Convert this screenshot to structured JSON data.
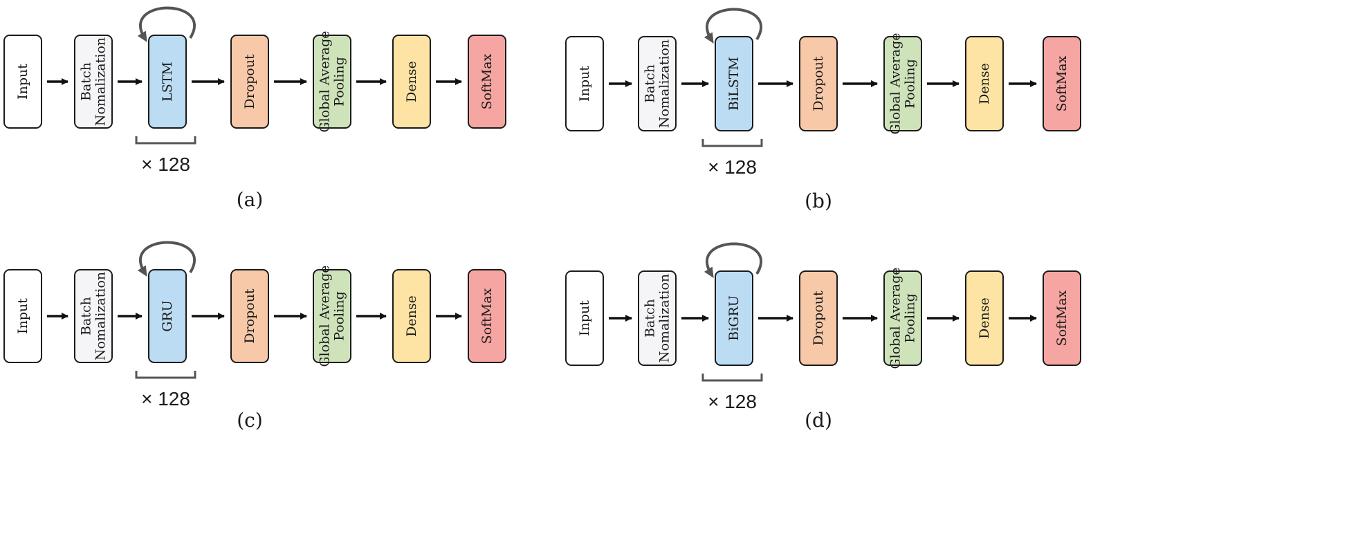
{
  "colors": {
    "input": "#ffffff",
    "batch_norm": "#f5f5f7",
    "recurrent": "#bcdcf4",
    "dropout": "#f8c9a8",
    "pooling": "#cfe3bb",
    "dense": "#fde4a4",
    "softmax": "#f6a6a2",
    "border": "#1a1a1a",
    "arrow": "#111111",
    "loop": "#555555",
    "bracket": "#555555"
  },
  "icons": [
    "arrow-right",
    "recurrent-loop-arrow",
    "repeat-bracket"
  ],
  "panels": [
    {
      "label": "(a)",
      "repeat": "× 128",
      "blocks": [
        {
          "lines": [
            "Input"
          ],
          "kind": "input"
        },
        {
          "lines": [
            "Batch",
            "Nomalization"
          ],
          "kind": "batch_norm"
        },
        {
          "lines": [
            "LSTM"
          ],
          "kind": "recurrent"
        },
        {
          "lines": [
            "Dropout"
          ],
          "kind": "dropout"
        },
        {
          "lines": [
            "Global Average",
            "Pooling"
          ],
          "kind": "pooling"
        },
        {
          "lines": [
            "Dense"
          ],
          "kind": "dense"
        },
        {
          "lines": [
            "SoftMax"
          ],
          "kind": "softmax"
        }
      ]
    },
    {
      "label": "(b)",
      "repeat": "× 128",
      "blocks": [
        {
          "lines": [
            "Input"
          ],
          "kind": "input"
        },
        {
          "lines": [
            "Batch",
            "Nomalization"
          ],
          "kind": "batch_norm"
        },
        {
          "lines": [
            "BiLSTM"
          ],
          "kind": "recurrent"
        },
        {
          "lines": [
            "Dropout"
          ],
          "kind": "dropout"
        },
        {
          "lines": [
            "Global Average",
            "Pooling"
          ],
          "kind": "pooling"
        },
        {
          "lines": [
            "Dense"
          ],
          "kind": "dense"
        },
        {
          "lines": [
            "SoftMax"
          ],
          "kind": "softmax"
        }
      ]
    },
    {
      "label": "(c)",
      "repeat": "× 128",
      "blocks": [
        {
          "lines": [
            "Input"
          ],
          "kind": "input"
        },
        {
          "lines": [
            "Batch",
            "Nomalization"
          ],
          "kind": "batch_norm"
        },
        {
          "lines": [
            "GRU"
          ],
          "kind": "recurrent"
        },
        {
          "lines": [
            "Dropout"
          ],
          "kind": "dropout"
        },
        {
          "lines": [
            "Global Average",
            "Pooling"
          ],
          "kind": "pooling"
        },
        {
          "lines": [
            "Dense"
          ],
          "kind": "dense"
        },
        {
          "lines": [
            "SoftMax"
          ],
          "kind": "softmax"
        }
      ]
    },
    {
      "label": "(d)",
      "repeat": "× 128",
      "blocks": [
        {
          "lines": [
            "Input"
          ],
          "kind": "input"
        },
        {
          "lines": [
            "Batch",
            "Nomalization"
          ],
          "kind": "batch_norm"
        },
        {
          "lines": [
            "BiGRU"
          ],
          "kind": "recurrent"
        },
        {
          "lines": [
            "Dropout"
          ],
          "kind": "dropout"
        },
        {
          "lines": [
            "Global Average",
            "Pooling"
          ],
          "kind": "pooling"
        },
        {
          "lines": [
            "Dense"
          ],
          "kind": "dense"
        },
        {
          "lines": [
            "SoftMax"
          ],
          "kind": "softmax"
        }
      ]
    }
  ]
}
